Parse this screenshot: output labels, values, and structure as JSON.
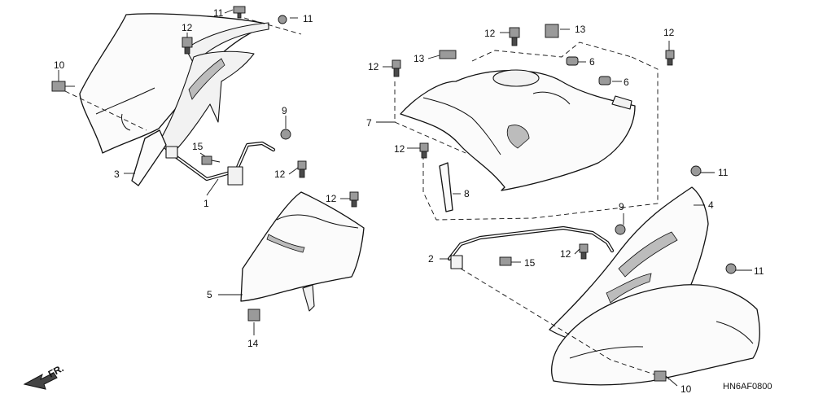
{
  "labels": {
    "p1": "1",
    "p2": "2",
    "p3": "3",
    "p4": "4",
    "p5": "5",
    "p6a": "6",
    "p6b": "6",
    "p7": "7",
    "p8": "8",
    "p9a": "9",
    "p9b": "9",
    "p10a": "10",
    "p10b": "10",
    "p11a": "11",
    "p11b": "11",
    "p11c": "11",
    "p11d": "11",
    "p12a": "12",
    "p12b": "12",
    "p12c": "12",
    "p12d": "12",
    "p12e": "12",
    "p12f": "12",
    "p12g": "12",
    "p12h": "12",
    "p13a": "13",
    "p13b": "13",
    "p14": "14",
    "p15a": "15",
    "p15b": "15"
  },
  "direction_label": "FR.",
  "diagram_code": "HN6AF0800",
  "icons": {
    "direction": "front-arrow-icon"
  }
}
